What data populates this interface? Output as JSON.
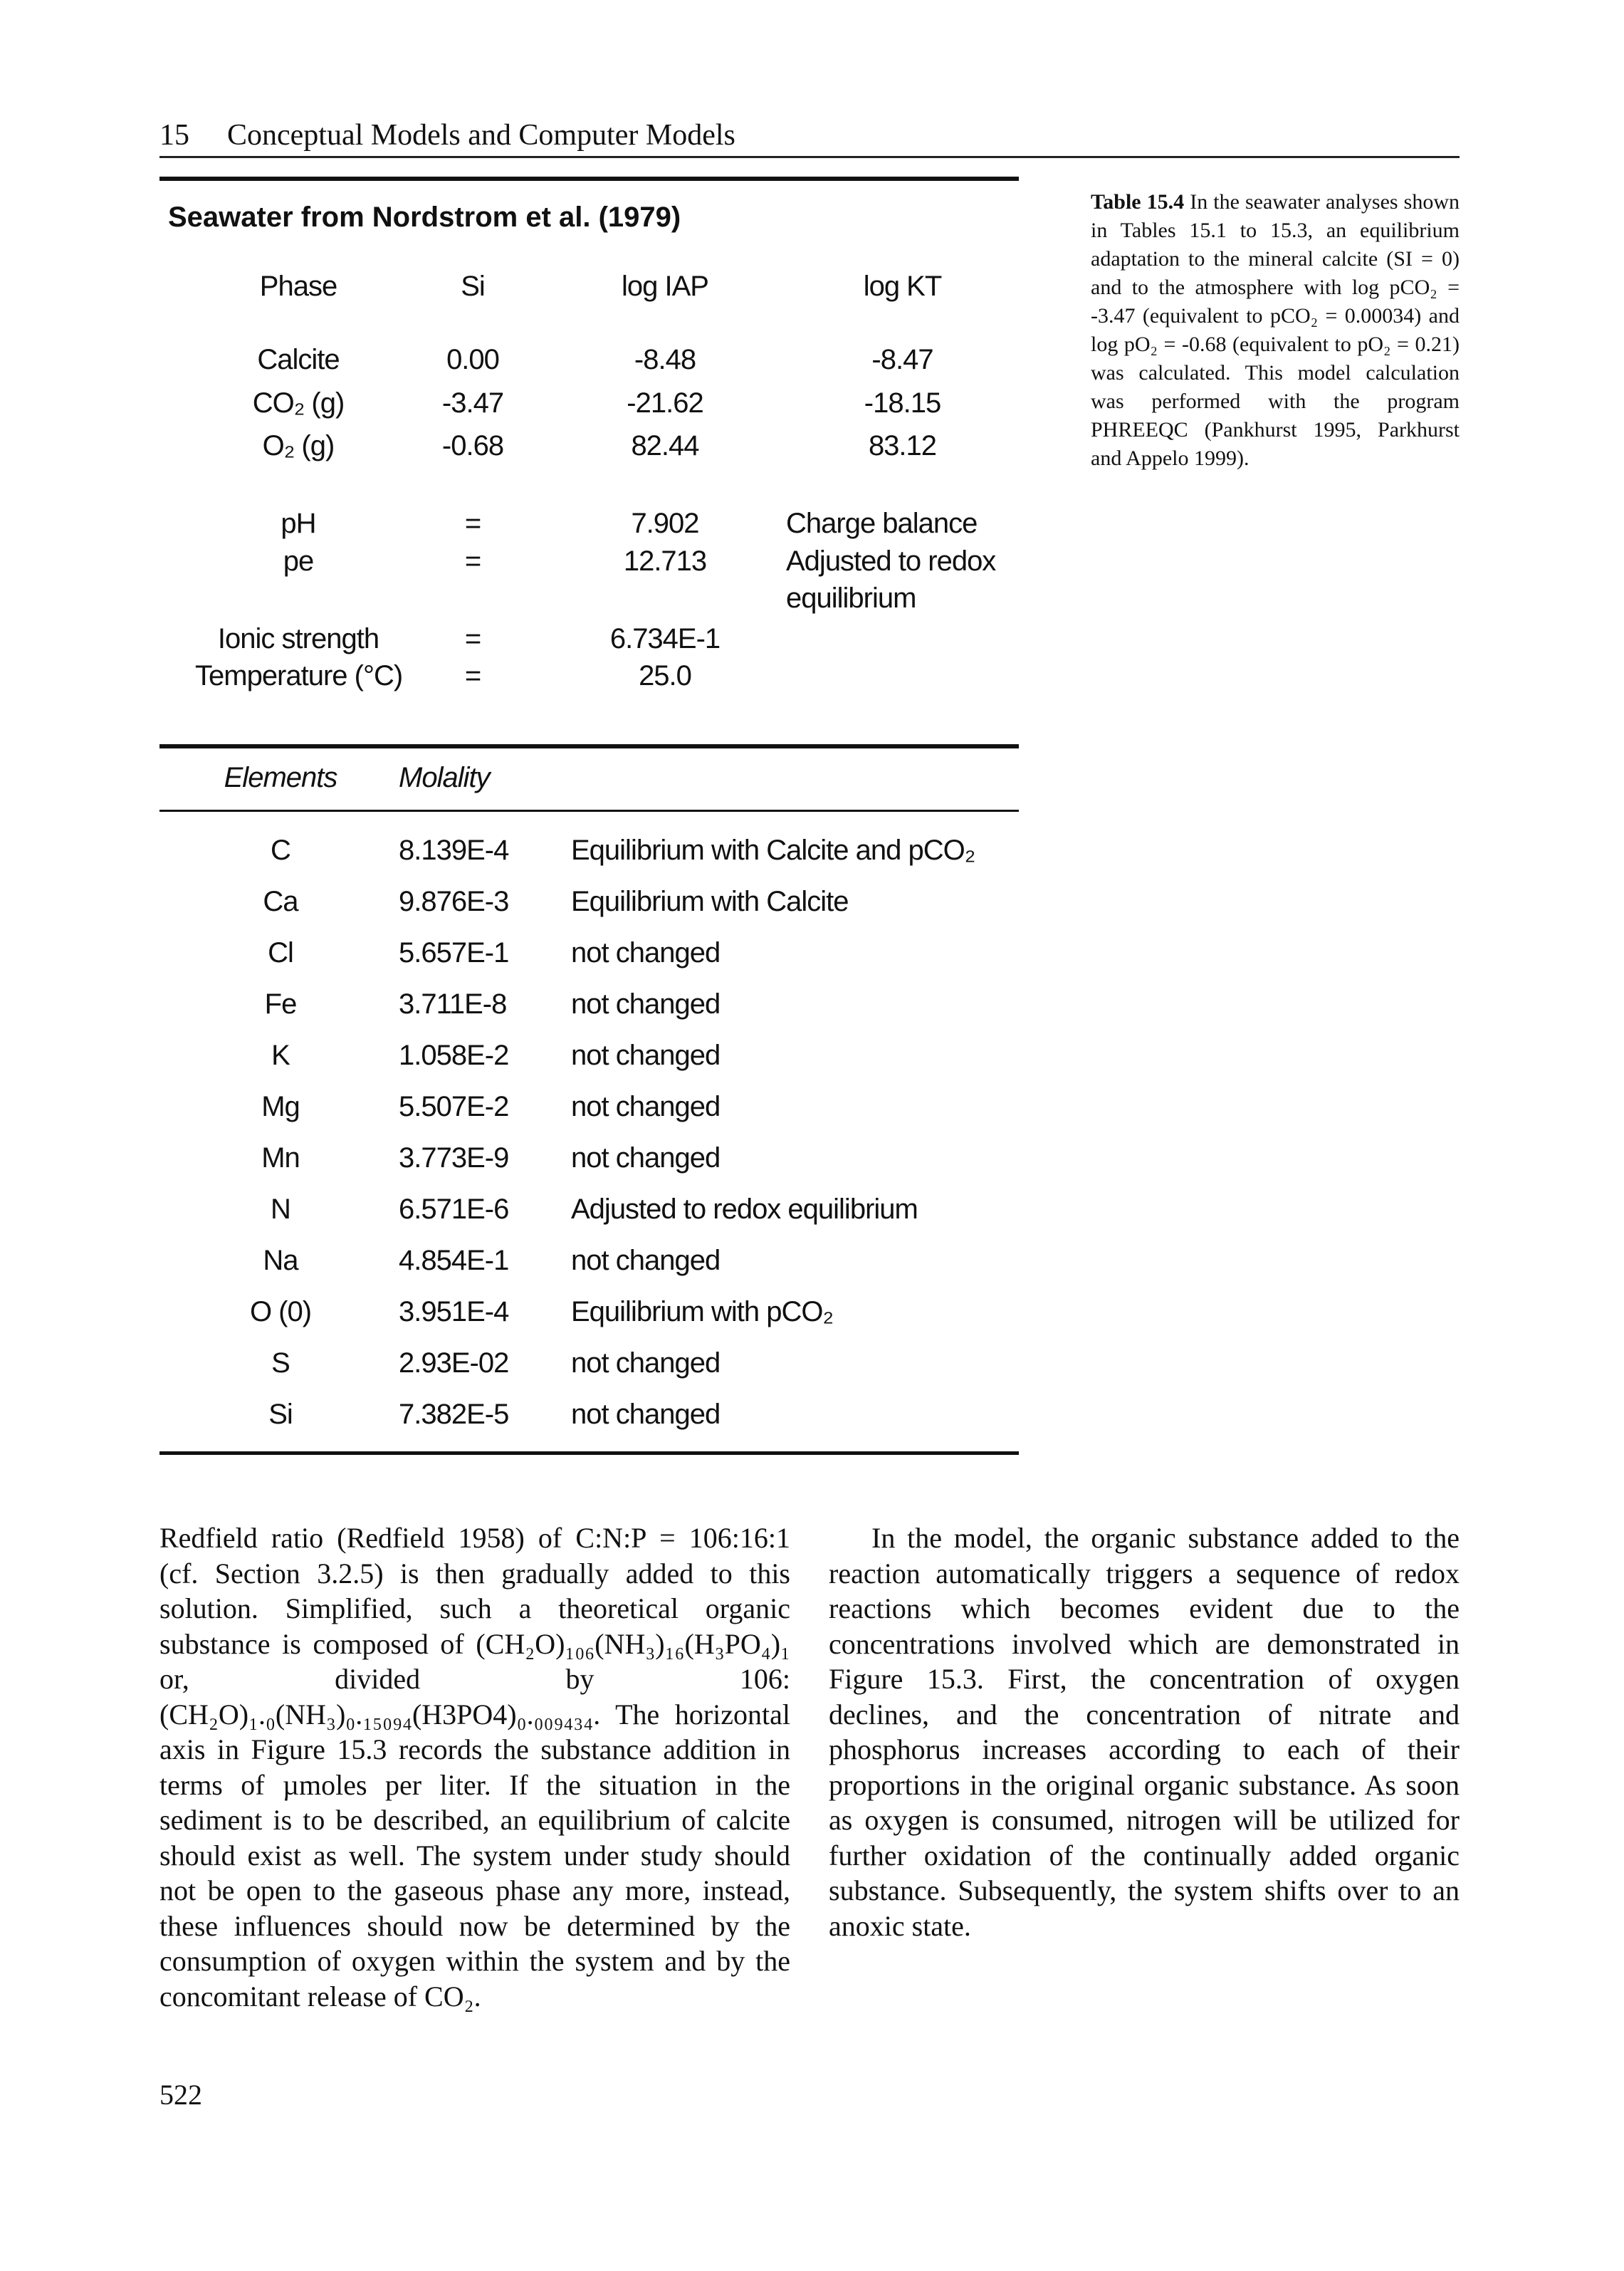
{
  "header": {
    "page_number": "15",
    "chapter_title": "Conceptual Models and Computer Models"
  },
  "table": {
    "title": "Seawater from Nordstrom et al. (1979)",
    "phase_headers": [
      "Phase",
      "Si",
      "log IAP",
      "log KT"
    ],
    "phases": [
      {
        "phase": "Calcite",
        "si": "0.00",
        "log_iap": "-8.48",
        "log_kt": "-8.47"
      },
      {
        "phase": "CO₂ (g)",
        "si": "-3.47",
        "log_iap": "-21.62",
        "log_kt": "-18.15"
      },
      {
        "phase": "O₂ (g)",
        "si": "-0.68",
        "log_iap": "82.44",
        "log_kt": "83.12"
      }
    ],
    "props": [
      {
        "name": "pH",
        "eq": "=",
        "value": "7.902",
        "note": "Charge balance"
      },
      {
        "name": "pe",
        "eq": "=",
        "value": "12.713",
        "note": "Adjusted to redox",
        "note2": "equilibrium"
      },
      {
        "name": "Ionic strength",
        "eq": "=",
        "value": "6.734E-1"
      },
      {
        "name": "Temperature (°C)",
        "eq": "=",
        "value": "25.0"
      }
    ],
    "element_headers": [
      "Elements",
      "Molality"
    ],
    "elements": [
      {
        "el": "C",
        "mol": "8.139E-4",
        "comment": "Equilibrium with Calcite and pCO₂"
      },
      {
        "el": "Ca",
        "mol": "9.876E-3",
        "comment": "Equilibrium with Calcite"
      },
      {
        "el": "Cl",
        "mol": "5.657E-1",
        "comment": "not changed"
      },
      {
        "el": "Fe",
        "mol": "3.711E-8",
        "comment": "not changed"
      },
      {
        "el": "K",
        "mol": "1.058E-2",
        "comment": "not changed"
      },
      {
        "el": "Mg",
        "mol": "5.507E-2",
        "comment": "not changed"
      },
      {
        "el": "Mn",
        "mol": "3.773E-9",
        "comment": "not changed"
      },
      {
        "el": "N",
        "mol": "6.571E-6",
        "comment": "Adjusted to redox equilibrium"
      },
      {
        "el": "Na",
        "mol": "4.854E-1",
        "comment": "not changed"
      },
      {
        "el": "O (0)",
        "mol": "3.951E-4",
        "comment": "Equilibrium with pCO₂"
      },
      {
        "el": "S",
        "mol": "2.93E-02",
        "comment": "not changed"
      },
      {
        "el": "Si",
        "mol": "7.382E-5",
        "comment": "not changed"
      }
    ]
  },
  "caption": {
    "label": "Table 15.4",
    "text": "In the seawater analyses shown in Tables 15.1 to 15.3, an equilibrium adaptation to the mineral calcite (SI = 0) and to the atmosphere with log pCO₂ = -3.47 (equivalent to pCO₂ = 0.00034) and log pO₂ = -0.68 (equivalent to pO₂ = 0.21) was calculated. This model calculation was performed with the program PHREEQC (Pankhurst 1995, Parkhurst and Appelo 1999)."
  },
  "body": {
    "left": "Redfield ratio (Redfield 1958) of C:N:P = 106:16:1 (cf. Section 3.2.5) is then gradually added to this solution. Simplified, such a theoretical organic substance is composed of (CH₂O)₁₀₆(NH₃)₁₆(H₃PO₄)₁ or, divided by 106: (CH₂O)₁.₀(NH₃)₀.₁₅₀₉₄(H3PO4)₀.₀₀₉₄₃₄. The horizontal axis in Figure 15.3 records the substance addition in terms of µmoles per liter. If the situation in the sediment is to be described, an equilibrium of calcite should exist as well. The system under study should not be open to the gaseous phase any more, instead, these influences should now be determined by the consumption of oxygen within the system and by the concomitant release of CO₂.",
    "right": "In the model, the organic substance added to the reaction automatically triggers a sequence of redox reactions which becomes evident due to the concentrations involved which are demonstrated in Figure 15.3. First, the concentration of oxygen declines, and the concentration of nitrate and phosphorus increases according to each of their proportions in the original organic substance. As soon as oxygen is consumed, nitrogen will be utilized for further oxidation of the continually added organic substance. Subsequently, the system shifts over to an anoxic state."
  },
  "footer": {
    "page": "522"
  }
}
